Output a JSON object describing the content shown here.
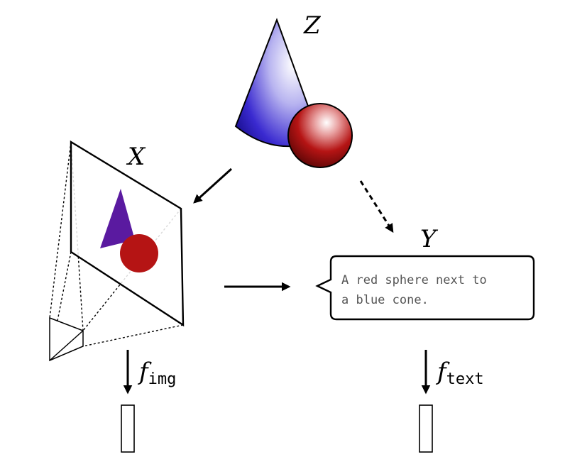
{
  "labels": {
    "z": "Z",
    "x": "X",
    "y": "Y",
    "f": "f",
    "img_sub": "img",
    "text_sub": "text"
  },
  "caption": {
    "line1": "A red sphere next to",
    "line2": "a blue cone."
  },
  "colors": {
    "cone_blue": "#2a1aa8",
    "cone_purple": "#5a1aa0",
    "sphere_red": "#b51414",
    "line": "#000000"
  },
  "edges": [
    {
      "from": "Z",
      "to": "X",
      "style": "solid"
    },
    {
      "from": "Z",
      "to": "Y",
      "style": "dashed"
    },
    {
      "from": "X",
      "to": "Y",
      "style": "solid"
    },
    {
      "from": "X",
      "to": "f_img",
      "style": "solid"
    },
    {
      "from": "Y",
      "to": "f_text",
      "style": "solid"
    }
  ]
}
